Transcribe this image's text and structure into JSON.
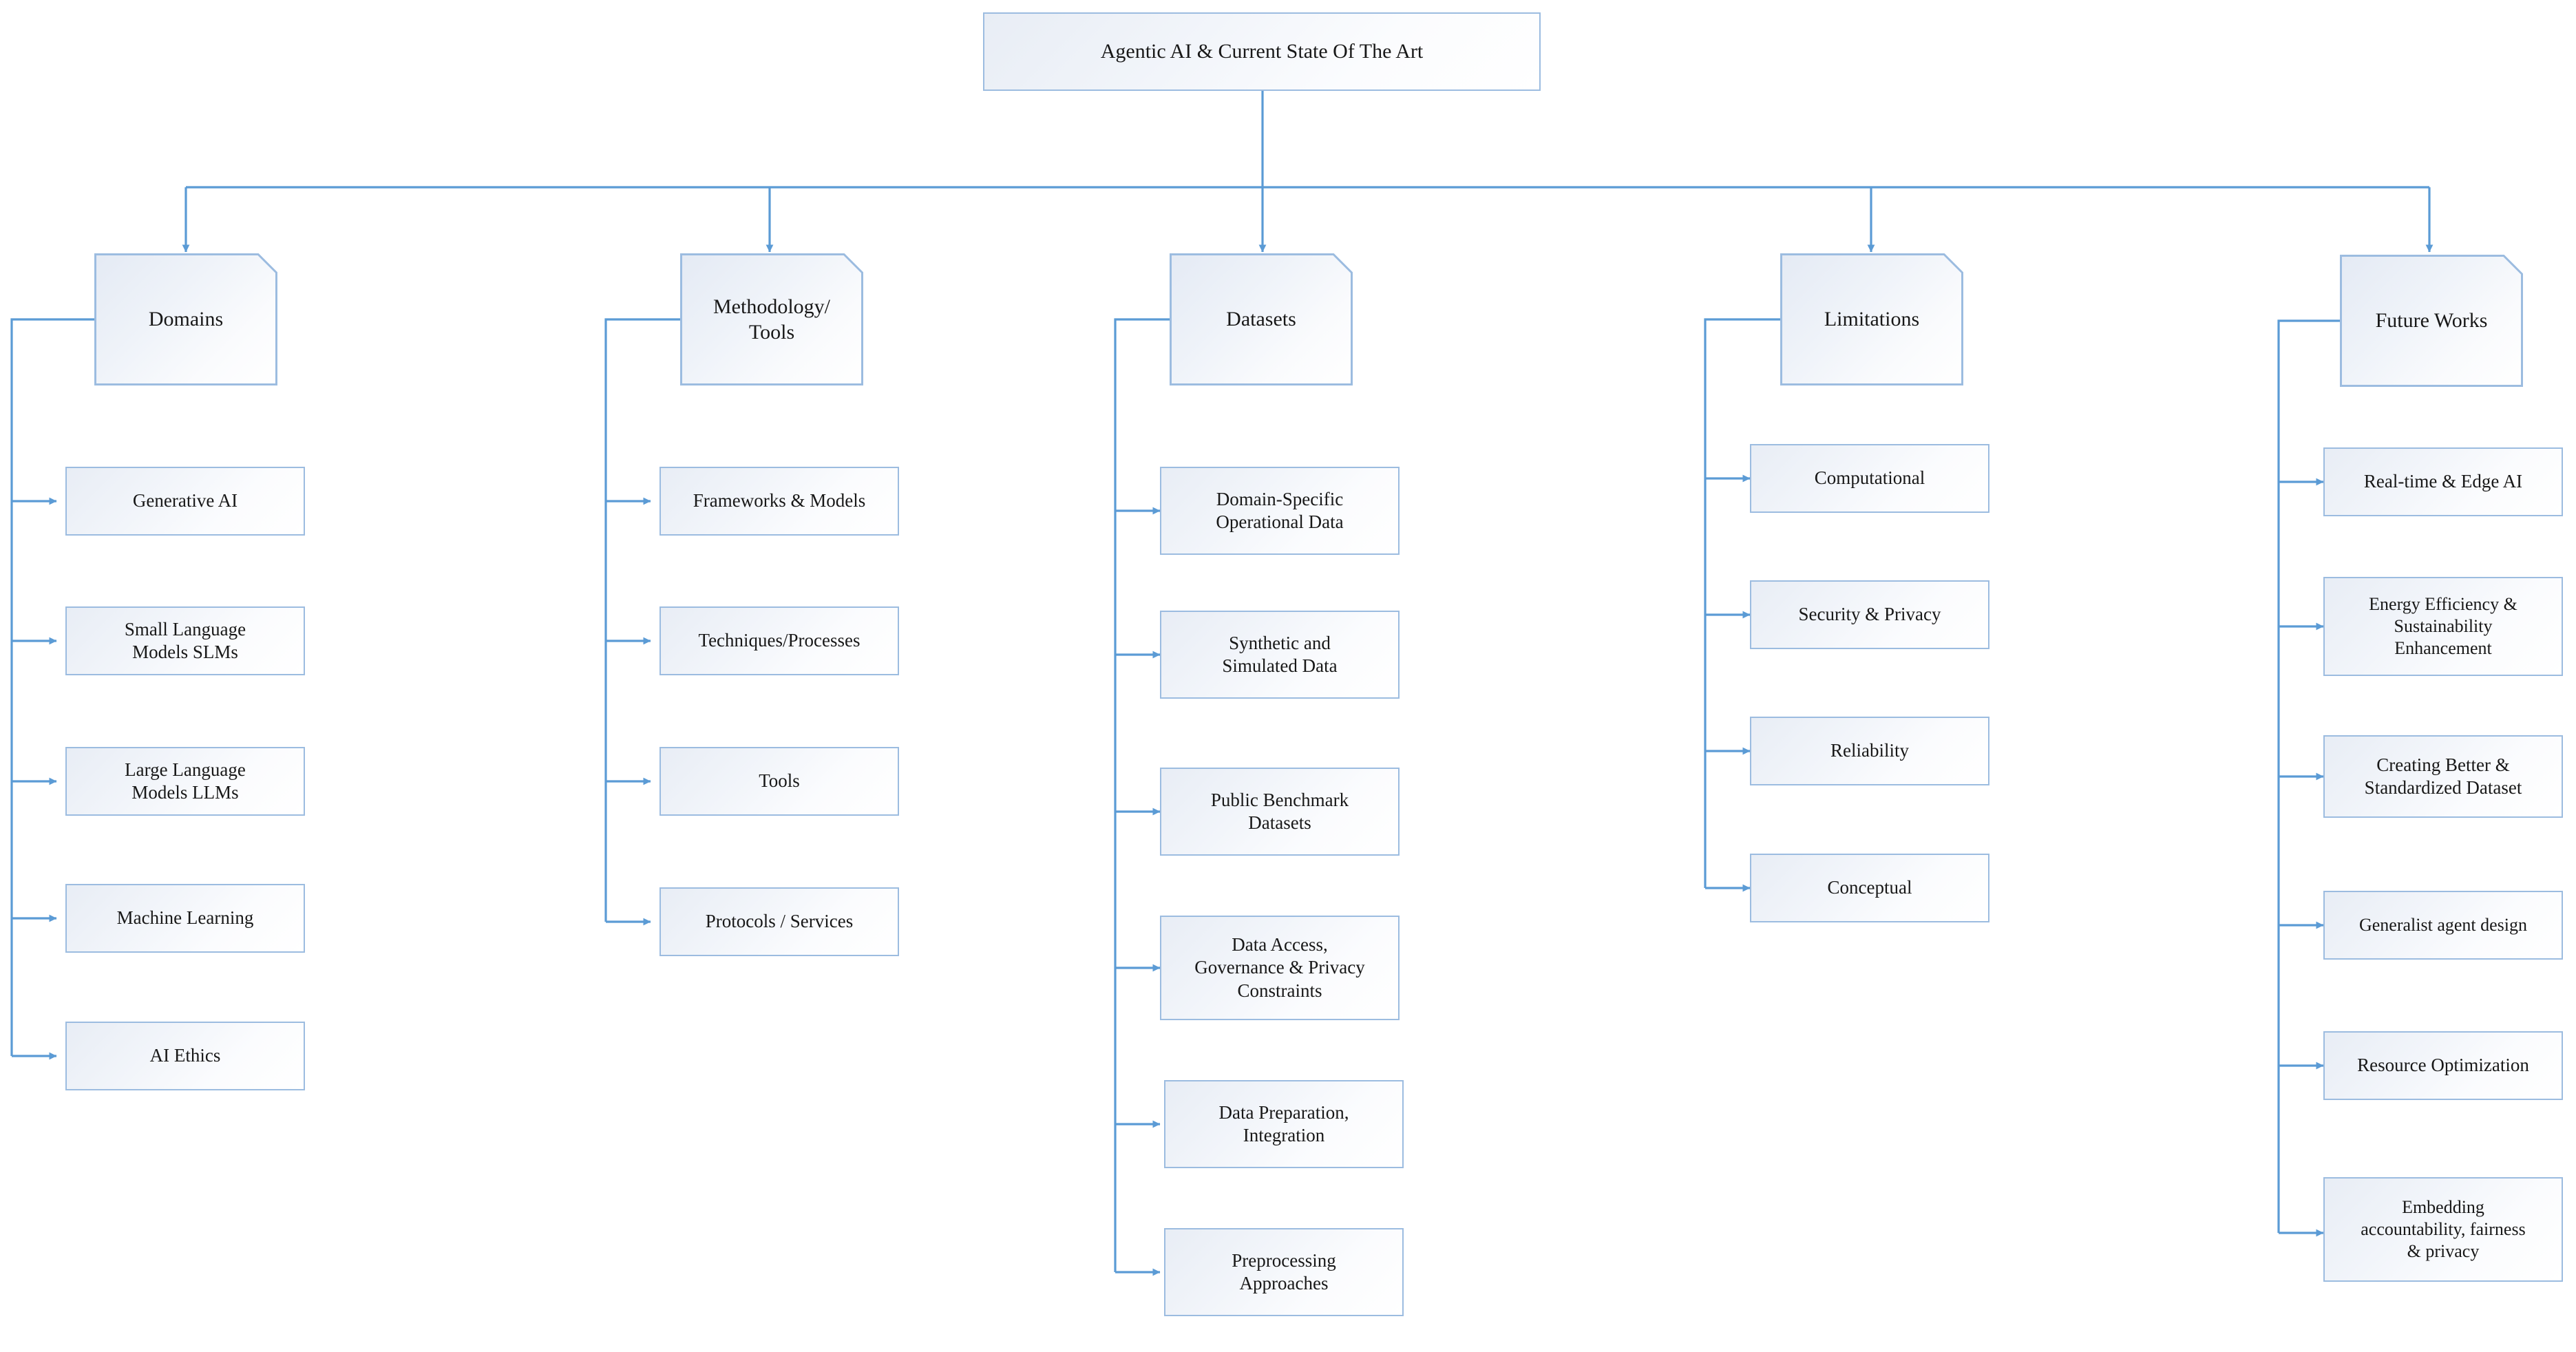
{
  "diagram": {
    "type": "tree",
    "title": "Agentic AI & Current State Of The Art",
    "orientation": "top-down",
    "levels": 3,
    "colors": {
      "node_border": "#9CBCE0",
      "connector": "#5B9BD5",
      "node_fill_light": "#FFFFFF",
      "node_fill_shade": "#E8EDF5",
      "text": "#181818",
      "background": "#FFFFFF"
    }
  },
  "root": {
    "label": "Agentic AI & Current State Of The Art"
  },
  "branches": [
    {
      "label": "Domains",
      "children": [
        {
          "label": "Generative AI"
        },
        {
          "label": "Small Language\nModels SLMs"
        },
        {
          "label": "Large Language\nModels LLMs"
        },
        {
          "label": "Machine Learning"
        },
        {
          "label": "AI Ethics"
        }
      ]
    },
    {
      "label": "Methodology/\nTools",
      "children": [
        {
          "label": "Frameworks & Models"
        },
        {
          "label": "Techniques/Processes"
        },
        {
          "label": "Tools"
        },
        {
          "label": "Protocols / Services"
        }
      ]
    },
    {
      "label": "Datasets",
      "children": [
        {
          "label": "Domain-Specific\nOperational Data"
        },
        {
          "label": "Synthetic and\nSimulated Data"
        },
        {
          "label": "Public Benchmark\nDatasets"
        },
        {
          "label": "Data Access,\nGovernance & Privacy\nConstraints"
        },
        {
          "label": "Data Preparation,\nIntegration"
        },
        {
          "label": "Preprocessing\nApproaches"
        }
      ]
    },
    {
      "label": "Limitations",
      "children": [
        {
          "label": "Computational"
        },
        {
          "label": "Security & Privacy"
        },
        {
          "label": "Reliability"
        },
        {
          "label": "Conceptual"
        }
      ]
    },
    {
      "label": "Future Works",
      "children": [
        {
          "label": "Real-time & Edge AI"
        },
        {
          "label": "Energy Efficiency &\nSustainability\nEnhancement"
        },
        {
          "label": "Creating Better &\nStandardized Dataset"
        },
        {
          "label": "Generalist agent design"
        },
        {
          "label": "Resource Optimization"
        },
        {
          "label": "Embedding\naccountability, fairness\n& privacy"
        }
      ]
    }
  ]
}
